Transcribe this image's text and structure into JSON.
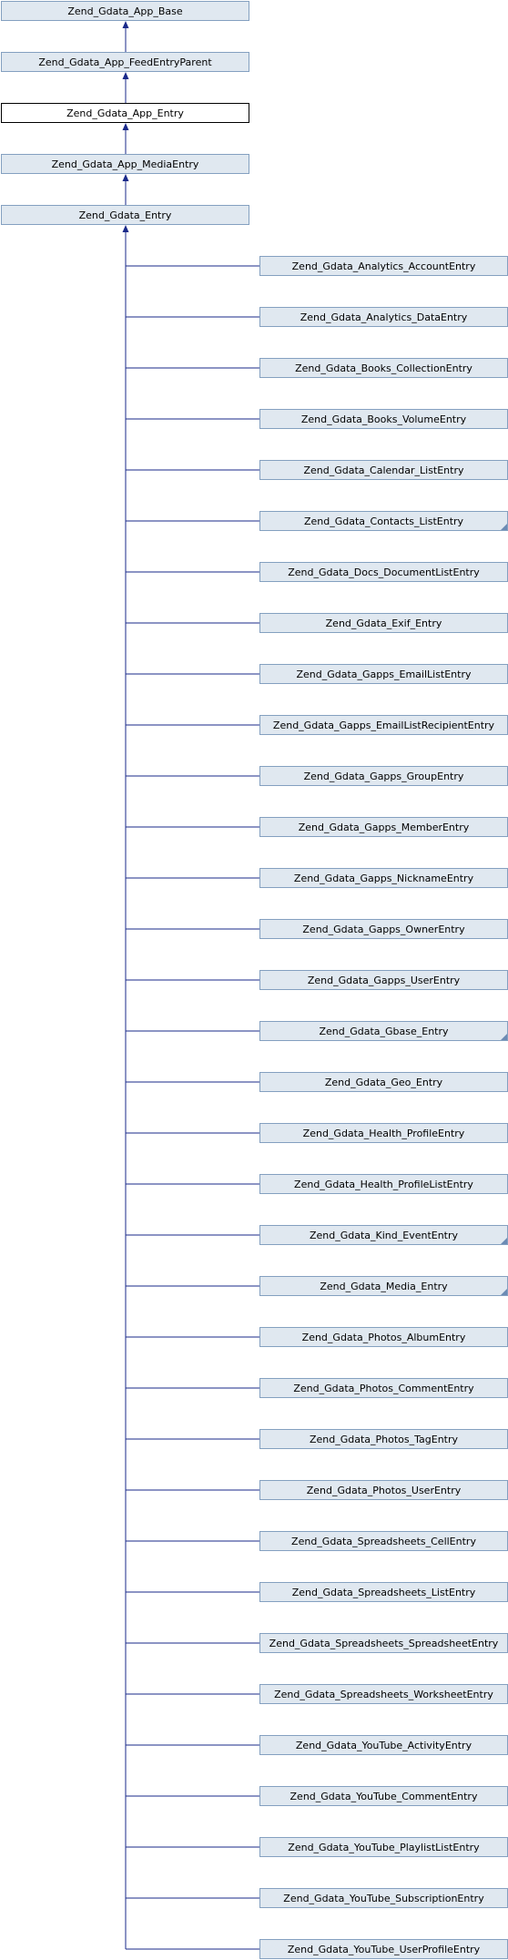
{
  "ancestors": [
    {
      "label": "Zend_Gdata_App_Base",
      "current": false
    },
    {
      "label": "Zend_Gdata_App_FeedEntryParent",
      "current": false
    },
    {
      "label": "Zend_Gdata_App_Entry",
      "current": true
    },
    {
      "label": "Zend_Gdata_App_MediaEntry",
      "current": false
    },
    {
      "label": "Zend_Gdata_Entry",
      "current": false
    }
  ],
  "children": [
    {
      "label": "Zend_Gdata_Analytics_AccountEntry",
      "has_more": false
    },
    {
      "label": "Zend_Gdata_Analytics_DataEntry",
      "has_more": false
    },
    {
      "label": "Zend_Gdata_Books_CollectionEntry",
      "has_more": false
    },
    {
      "label": "Zend_Gdata_Books_VolumeEntry",
      "has_more": false
    },
    {
      "label": "Zend_Gdata_Calendar_ListEntry",
      "has_more": false
    },
    {
      "label": "Zend_Gdata_Contacts_ListEntry",
      "has_more": true
    },
    {
      "label": "Zend_Gdata_Docs_DocumentListEntry",
      "has_more": false
    },
    {
      "label": "Zend_Gdata_Exif_Entry",
      "has_more": false
    },
    {
      "label": "Zend_Gdata_Gapps_EmailListEntry",
      "has_more": false
    },
    {
      "label": "Zend_Gdata_Gapps_EmailListRecipientEntry",
      "has_more": false
    },
    {
      "label": "Zend_Gdata_Gapps_GroupEntry",
      "has_more": false
    },
    {
      "label": "Zend_Gdata_Gapps_MemberEntry",
      "has_more": false
    },
    {
      "label": "Zend_Gdata_Gapps_NicknameEntry",
      "has_more": false
    },
    {
      "label": "Zend_Gdata_Gapps_OwnerEntry",
      "has_more": false
    },
    {
      "label": "Zend_Gdata_Gapps_UserEntry",
      "has_more": false
    },
    {
      "label": "Zend_Gdata_Gbase_Entry",
      "has_more": true
    },
    {
      "label": "Zend_Gdata_Geo_Entry",
      "has_more": false
    },
    {
      "label": "Zend_Gdata_Health_ProfileEntry",
      "has_more": false
    },
    {
      "label": "Zend_Gdata_Health_ProfileListEntry",
      "has_more": false
    },
    {
      "label": "Zend_Gdata_Kind_EventEntry",
      "has_more": true
    },
    {
      "label": "Zend_Gdata_Media_Entry",
      "has_more": true
    },
    {
      "label": "Zend_Gdata_Photos_AlbumEntry",
      "has_more": false
    },
    {
      "label": "Zend_Gdata_Photos_CommentEntry",
      "has_more": false
    },
    {
      "label": "Zend_Gdata_Photos_TagEntry",
      "has_more": false
    },
    {
      "label": "Zend_Gdata_Photos_UserEntry",
      "has_more": false
    },
    {
      "label": "Zend_Gdata_Spreadsheets_CellEntry",
      "has_more": false
    },
    {
      "label": "Zend_Gdata_Spreadsheets_ListEntry",
      "has_more": false
    },
    {
      "label": "Zend_Gdata_Spreadsheets_SpreadsheetEntry",
      "has_more": false
    },
    {
      "label": "Zend_Gdata_Spreadsheets_WorksheetEntry",
      "has_more": false
    },
    {
      "label": "Zend_Gdata_YouTube_ActivityEntry",
      "has_more": false
    },
    {
      "label": "Zend_Gdata_YouTube_CommentEntry",
      "has_more": false
    },
    {
      "label": "Zend_Gdata_YouTube_PlaylistListEntry",
      "has_more": false
    },
    {
      "label": "Zend_Gdata_YouTube_SubscriptionEntry",
      "has_more": false
    },
    {
      "label": "Zend_Gdata_YouTube_UserProfileEntry",
      "has_more": false
    }
  ]
}
